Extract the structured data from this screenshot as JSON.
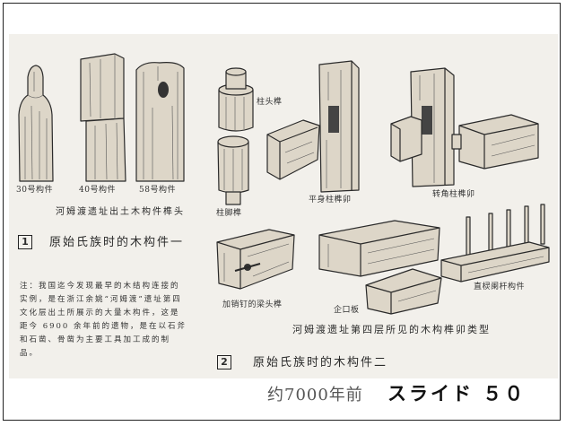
{
  "figure1": {
    "captions": [
      "30号构件",
      "40号构件",
      "58号构件"
    ],
    "title": "河姆渡遗址出土木构件榫头",
    "number": "1",
    "heading": "原始氏族时的木构件一",
    "note_lines": [
      "注：我国迄今发现最早的木结构连接的",
      "实例，是在浙江余姚“河姆渡”遗址第四",
      "文化层出土所展示的大量木构件，这是",
      "距今 6900 余年前的遗物，是在以石斧",
      "和石凿、骨凿为主要工具加工成的制",
      "品。"
    ]
  },
  "figure2": {
    "labels": {
      "column_head_tenon": "柱头榫",
      "column_foot_tenon": "柱脚榫",
      "middle_column_joint": "平身柱榫卯",
      "corner_column_joint": "转角柱榫卯",
      "pegged_beam_tenon": "加销钉的梁头榫",
      "tongue_groove_board": "企口板",
      "railing_member": "直棂阑杆构件"
    },
    "title": "河姆渡遗址第四层所见的木构榫卯类型",
    "number": "2",
    "heading": "原始氏族时的木构件二"
  },
  "footer": {
    "era": "约7000年前",
    "slide_label": "スライド ５０"
  },
  "colors": {
    "ink": "#2b2b2b",
    "paper": "#f2f0eb"
  }
}
